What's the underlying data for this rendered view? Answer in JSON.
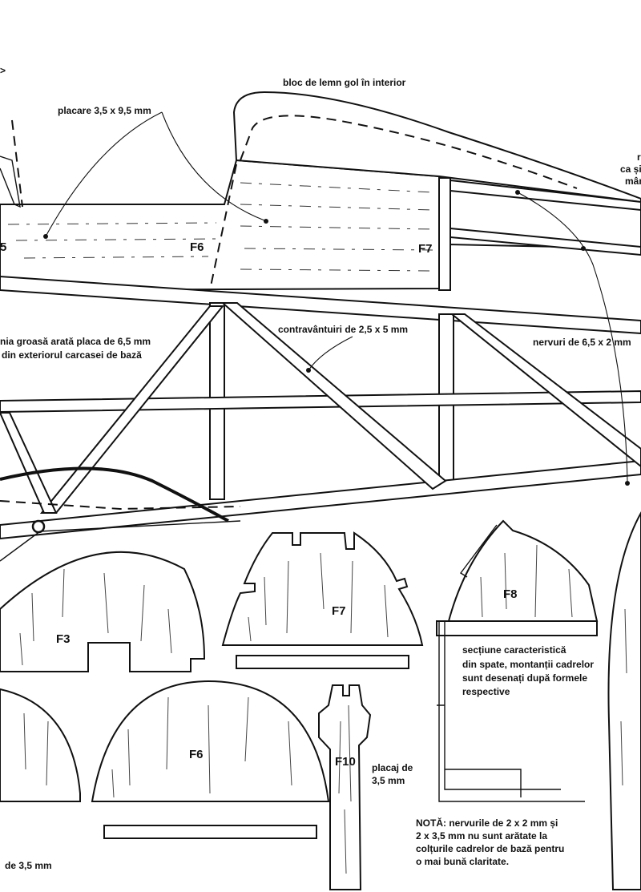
{
  "labels": {
    "hollow_block": "bloc de lemn gol în interior",
    "sheathing": "placare 3,5 x 9,5 mm",
    "thick_line_l1": "nia groasă arată placa de 6,5 mm",
    "thick_line_l2": "din exteriorul carcasei de bază",
    "bracing": "contravântuiri de 2,5 x 5 mm",
    "ribs": "nervuri de 6,5 x 2 mm",
    "cut_right_l1": "r",
    "cut_right_l2": "ca și",
    "cut_right_l3": "mân",
    "section_l1": "secțiune caracteristică",
    "section_l2": "din spate, montanții cadrelor",
    "section_l3": "sunt desenați după formele",
    "section_l4": "respective",
    "plywood_l1": "placaj de",
    "plywood_l2": "3,5 mm",
    "bottom_left": "de 3,5 mm",
    "note_l1": "NOTĂ: nervurile de 2 x 2 mm și",
    "note_l2": "2 x 3,5 mm nu sunt arătate la",
    "note_l3": "colțurile cadrelor de bază pentru",
    "note_l4": "o mai bună claritate.",
    "top_left_mark": ">"
  },
  "frames": {
    "f5": "5",
    "f6_side": "F6",
    "f7_side": "F7",
    "f3": "F3",
    "f7": "F7",
    "f8": "F8",
    "f6": "F6",
    "f10": "F10"
  }
}
